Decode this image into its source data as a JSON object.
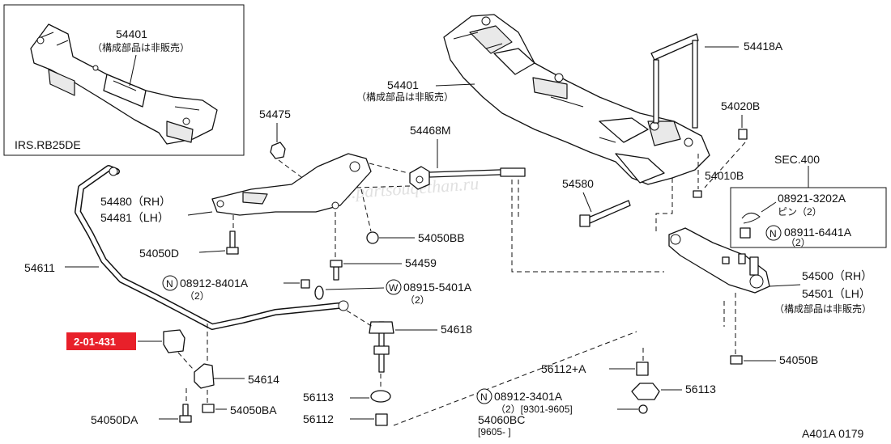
{
  "diagram": {
    "inset_caption": "IRS.RB25DE",
    "drawing_code": "A401A 0179",
    "watermark": "www.partsouqethan.ru",
    "red_callout": "2-01-431",
    "red_color": "#e8202a",
    "labels": {
      "p54401_inset": "54401",
      "note_inset": "（構成部品は非販売）",
      "p54401": "54401",
      "note_main": "（構成部品は非販売）",
      "p54418a": "54418A",
      "p54020b": "54020B",
      "p54475": "54475",
      "p54468m": "54468M",
      "p54580": "54580",
      "p54010b": "54010B",
      "sec400": "SEC.400",
      "p08921": "08921-3202A",
      "pin2": "ピン（2）",
      "p08911": "08911-6441A",
      "p08911_qty": "（2）",
      "p54480": "54480（RH）",
      "p54481": "54481（LH）",
      "p54050bb": "54050BB",
      "p54050d": "54050D",
      "p54459": "54459",
      "p54611": "54611",
      "p08912_8401": "08912-8401A",
      "p08912_8401_qty": "（2）",
      "p08915": "08915-5401A",
      "p08915_qty": "（2）",
      "p54500": "54500（RH）",
      "p54501": "54501（LH）",
      "note_arm": "（構成部品は非販売）",
      "p54618": "54618",
      "p54614": "54614",
      "p56112a": "56112+A",
      "p54050b": "54050B",
      "p56113_left": "56113",
      "p56113_right": "56113",
      "p08912_3401": "08912-3401A",
      "p08912_3401_qty": "（2）[9301-9605]",
      "p54060bc": "54060BC",
      "p54060bc_date": "[9605-      ]",
      "p56112": "56112",
      "p54050ba": "54050BA",
      "p54050da": "54050DA"
    },
    "circle_letters": {
      "n_08912_8401": "N",
      "w_08915": "W",
      "n_08911": "N",
      "n_08912_3401": "N"
    }
  }
}
